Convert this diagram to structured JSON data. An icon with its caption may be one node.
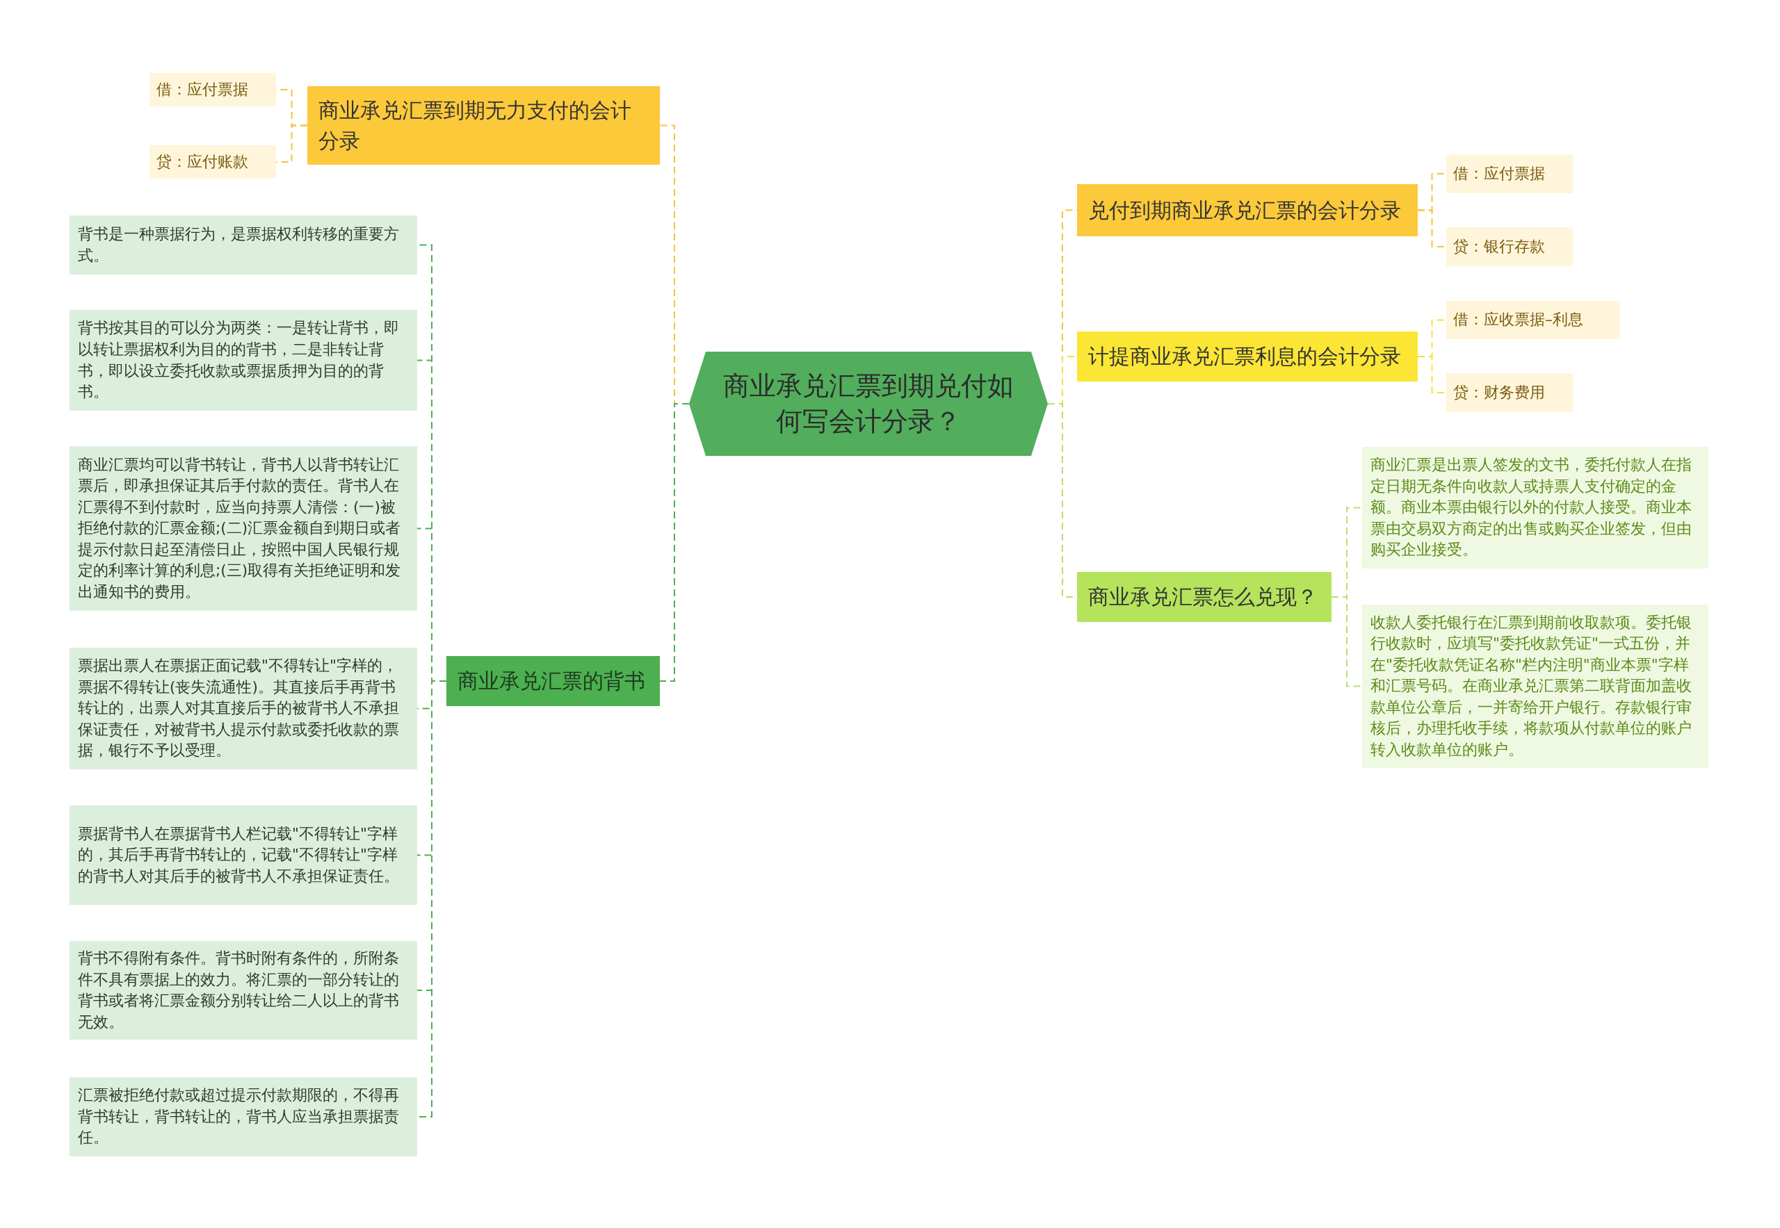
{
  "diagram": {
    "nodes": [
      {
        "text": [
          "商业承兑汇票到期兑付如何写会计分录？"
        ]
      },
      {
        "text": [
          "商业承兑汇票到期无力支付的会计分录"
        ]
      },
      {
        "text": [
          "借：应付票据"
        ]
      },
      {
        "text": [
          "贷：应付账款"
        ]
      },
      {
        "text": [
          "商业承兑汇票的背书"
        ]
      },
      {
        "text": [
          "背书是一种票据行为，是票据权利转移的重要方式。"
        ]
      },
      {
        "text": [
          "背书按其目的可以分为两类：一是转让背书，即以转让票据权利为目的的背书，二是非转让背书，即以设立委托收款或票据质押为目的的背书。"
        ]
      },
      {
        "text": [
          "商业汇票均可以背书转让，背书人以背书转让汇票后，即承担保证其后手付款的责任。背书人在汇票得不到付款时，应当向持票人清偿：(一)被拒绝付款的汇票金额;(二)汇票金额自到期日或者提示付款日起至清偿日止，按照中国人民银行规定的利率计算的利息;(三)取得有关拒绝证明和发出通知书的费用。"
        ]
      },
      {
        "text": [
          "票据出票人在票据正面记载\"不得转让\"字样的，票据不得转让(丧失流通性)。其直接后手再背书转让的，出票人对其直接后手的被背书人不承担保证责任，对被背书人提示付款或委托收款的票据，银行不予以受理。"
        ]
      },
      {
        "text": [
          "票据背书人在票据背书人栏记载\"不得转让\"字样的，其后手再背书转让的，记载\"不得转让\"字样的背书人对其后手的被背书人不承担保证责任。"
        ]
      },
      {
        "text": [
          "背书不得附有条件。背书时附有条件的，所附条件不具有票据上的效力。将汇票的一部分转让的背书或者将汇票金额分别转让给二人以上的背书无效。"
        ]
      },
      {
        "text": [
          "汇票被拒绝付款或超过提示付款期限的，不得再背书转让，背书转让的，背书人应当承担票据责任。"
        ]
      },
      {
        "text": [
          "兑付到期商业承兑汇票的会计分录"
        ]
      },
      {
        "text": [
          "借：应付票据"
        ]
      },
      {
        "text": [
          "贷：银行存款"
        ]
      },
      {
        "text": [
          "计提商业承兑汇票利息的会计分录"
        ]
      },
      {
        "text": [
          "借：应收票据–利息"
        ]
      },
      {
        "text": [
          "贷：财务费用"
        ]
      },
      {
        "text": [
          "商业承兑汇票怎么兑现？"
        ]
      },
      {
        "text": [
          "商业汇票是出票人签发的文书，委托付款人在指定日期无条件向收款人或持票人支付确定的金额。商业本票由银行以外的付款人接受。商业本票由交易双方商定的出售或购买企业签发，但由购买企业接受。"
        ]
      },
      {
        "text": [
          "收款人委托银行在汇票到期前收取款项。委托银行收款时，应填写\"委托收款凭证\"一式五份，并在\"委托收款凭证名称\"栏内注明\"商业本票\"字样和汇票号码。在商业承兑汇票第二联背面加盖收款单位公章后，一并寄给开户银行。存款银行审核后，办理托收手续，将款项从付款单位的账户转入收款单位的账户。"
        ]
      }
    ],
    "edges": [
      {
        "from": 0,
        "to": 1,
        "arrow": "none",
        "color": "#f5c33b"
      },
      {
        "from": 1,
        "to": 2,
        "arrow": "none",
        "color": "#f5c33b"
      },
      {
        "from": 1,
        "to": 3,
        "arrow": "none",
        "color": "#f5c33b"
      },
      {
        "from": 0,
        "to": 4,
        "arrow": "none"
      },
      {
        "from": 4,
        "to": 5,
        "arrow": "none"
      },
      {
        "from": 4,
        "to": 6,
        "arrow": "none"
      },
      {
        "from": 4,
        "to": 7,
        "arrow": "none"
      },
      {
        "from": 4,
        "to": 8,
        "arrow": "none"
      },
      {
        "from": 4,
        "to": 9,
        "arrow": "none"
      },
      {
        "from": 4,
        "to": 10,
        "arrow": "none"
      },
      {
        "from": 4,
        "to": 11,
        "arrow": "none"
      },
      {
        "from": 0,
        "to": 12,
        "arrow": "none",
        "color": "#f5c33b"
      },
      {
        "from": 12,
        "to": 13,
        "arrow": "none",
        "color": "#f5c33b"
      },
      {
        "from": 12,
        "to": 14,
        "arrow": "none",
        "color": "#f5c33b"
      },
      {
        "from": 0,
        "to": 15,
        "arrow": "none",
        "color": "#f2e23a"
      },
      {
        "from": 15,
        "to": 16,
        "arrow": "none",
        "color": "#f2e23a"
      },
      {
        "from": 15,
        "to": 17,
        "arrow": "none",
        "color": "#f2e23a"
      },
      {
        "from": 0,
        "to": 18,
        "arrow": "none",
        "color": "#b8e068"
      },
      {
        "from": 18,
        "to": 19,
        "arrow": "none",
        "color": "#b8e068"
      },
      {
        "from": 18,
        "to": 20,
        "arrow": "none",
        "color": "#b8e068"
      }
    ]
  }
}
